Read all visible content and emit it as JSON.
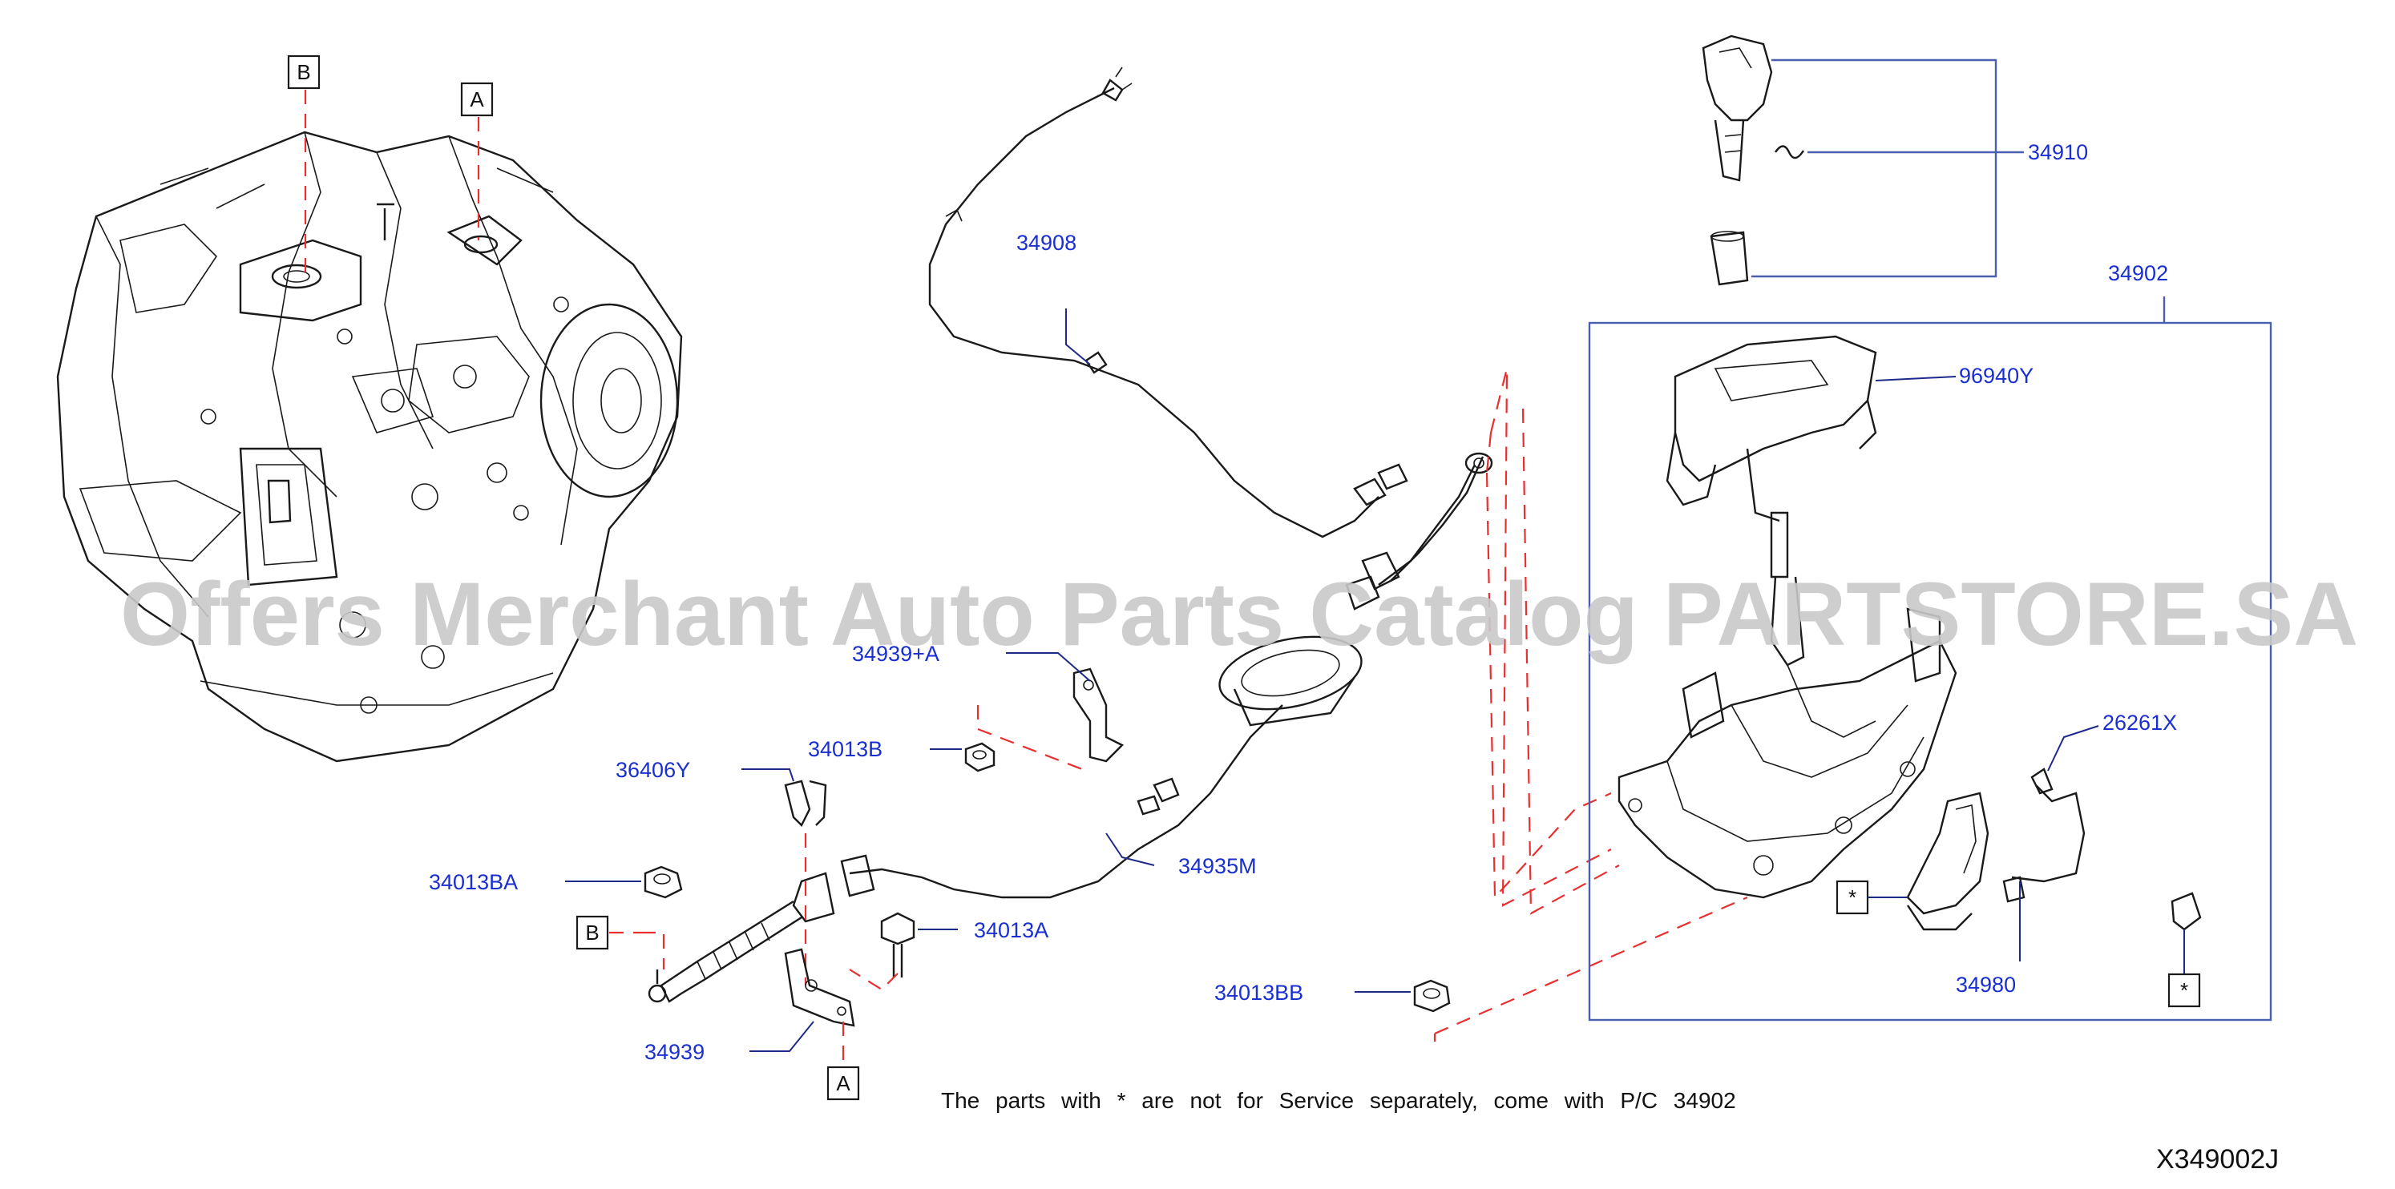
{
  "diagram": {
    "watermark": "Offers Merchant Auto Parts Catalog PARTSTORE.SA",
    "callouts": {
      "b_top": "B",
      "a_top": "A",
      "b_bottom": "B",
      "a_bottom": "A",
      "star_1": "*",
      "star_2": "*"
    },
    "parts": {
      "p34908": "34908",
      "p34910": "34910",
      "p34902": "34902",
      "p96940y": "96940Y",
      "p34939a": "34939+A",
      "p34013b": "34013B",
      "p36406y": "36406Y",
      "p34013ba": "34013BA",
      "p34935m": "34935M",
      "p34013a": "34013A",
      "p34939": "34939",
      "p34013bb": "34013BB",
      "p26261x": "26261X",
      "p34980": "34980"
    },
    "note": "The parts with * are not for Service separately, come with P/C 34902",
    "diagram_code": "X349002J"
  },
  "colors": {
    "part_number": "#1a2fd0",
    "dashed_guide": "#e83030",
    "bracket_line": "#4a5fb0"
  }
}
